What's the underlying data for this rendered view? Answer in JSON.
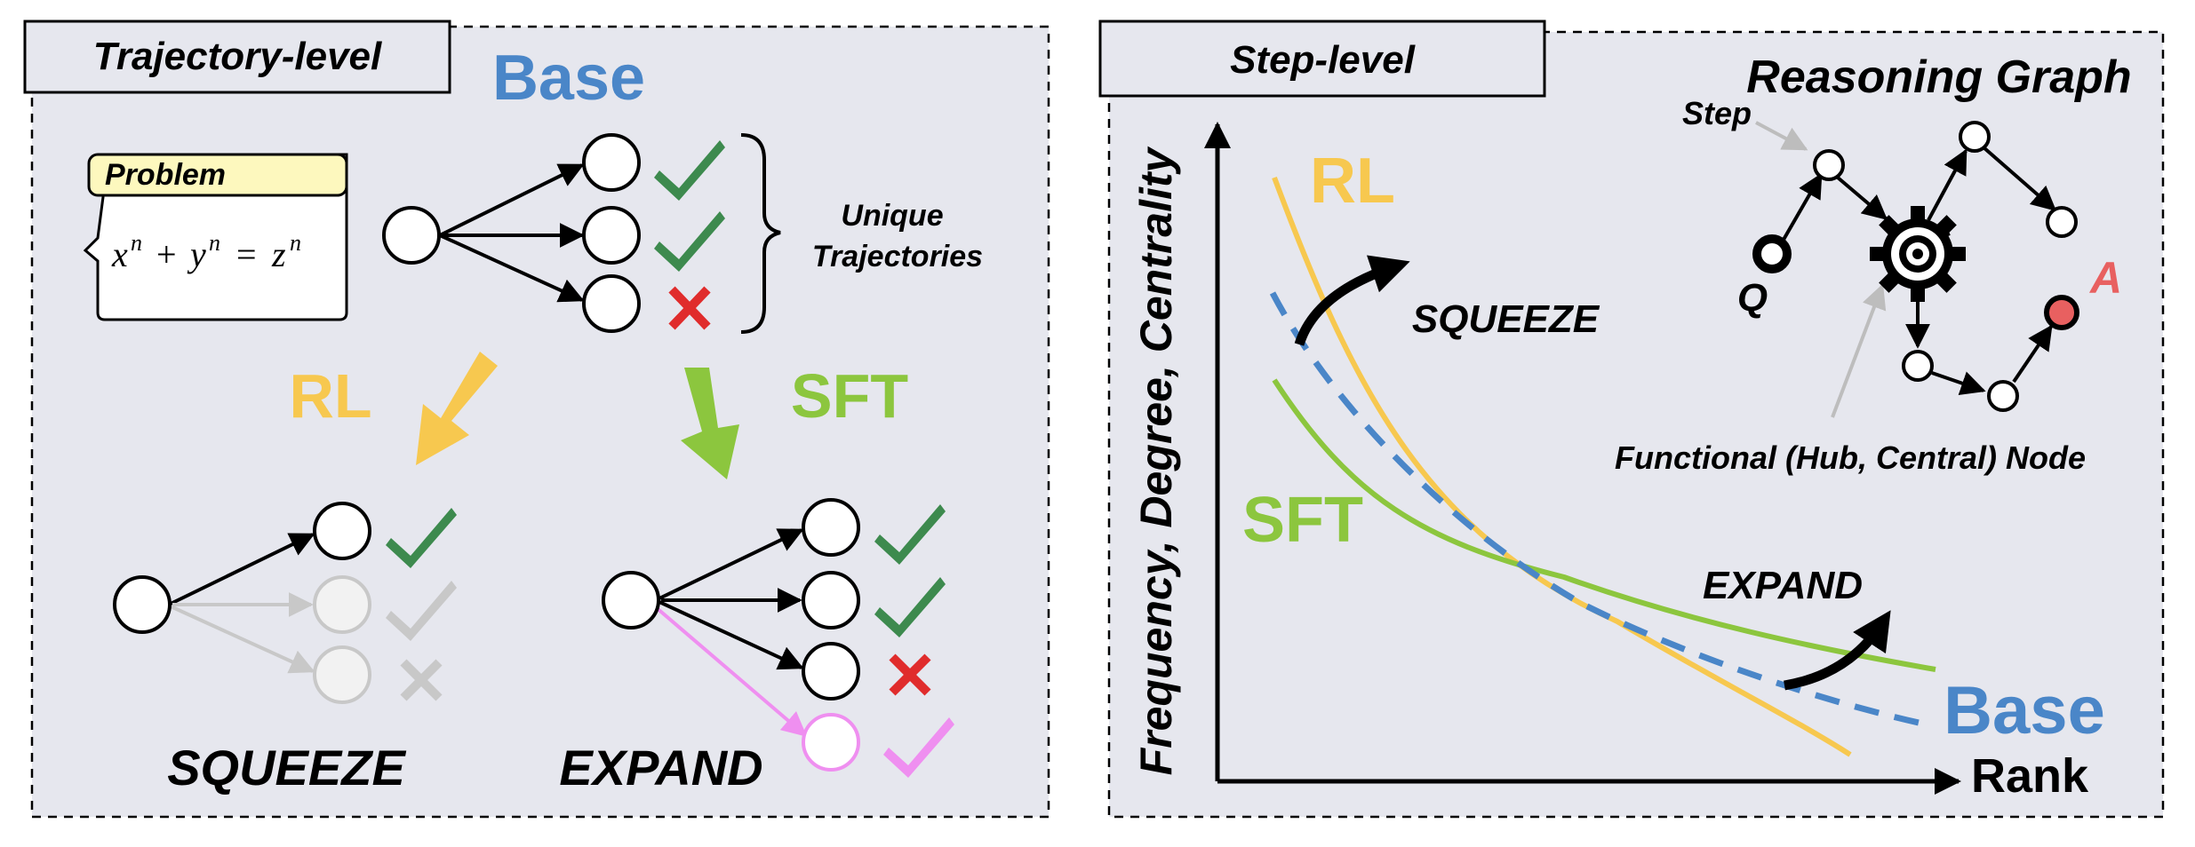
{
  "left_panel": {
    "title": "Trajectory-level",
    "base_label": "Base",
    "problem": {
      "header": "Problem",
      "equation_parts": [
        "x",
        "n",
        "+",
        "y",
        "n",
        "=",
        "z",
        "n"
      ]
    },
    "unique_trajectories": [
      "Unique",
      "Trajectories"
    ],
    "rl_label": "RL",
    "sft_label": "SFT",
    "squeeze_label": "SQUEEZE",
    "expand_label": "EXPAND"
  },
  "right_panel": {
    "title": "Step-level",
    "graph_title": "Reasoning Graph",
    "step_label": "Step",
    "q_label": "Q",
    "a_label": "A",
    "hub_label": "Functional (Hub, Central) Node",
    "y_axis_label": "Frequency, Degree, Centrality",
    "x_axis_label": "Rank",
    "curve_labels": {
      "rl": "RL",
      "sft": "SFT",
      "base": "Base"
    },
    "squeeze_label": "SQUEEZE",
    "expand_label": "EXPAND"
  },
  "colors": {
    "base": "#4a86c8",
    "rl": "#f7c84f",
    "sft": "#8cc63e",
    "check": "#3d8a4e",
    "cross": "#e02c2c",
    "faded": "#c8c8c8",
    "pink": "#ef8ff0",
    "panel_bg": "#e6e7ee",
    "problem_header": "#fdf8be",
    "answer_node": "#e86060"
  }
}
